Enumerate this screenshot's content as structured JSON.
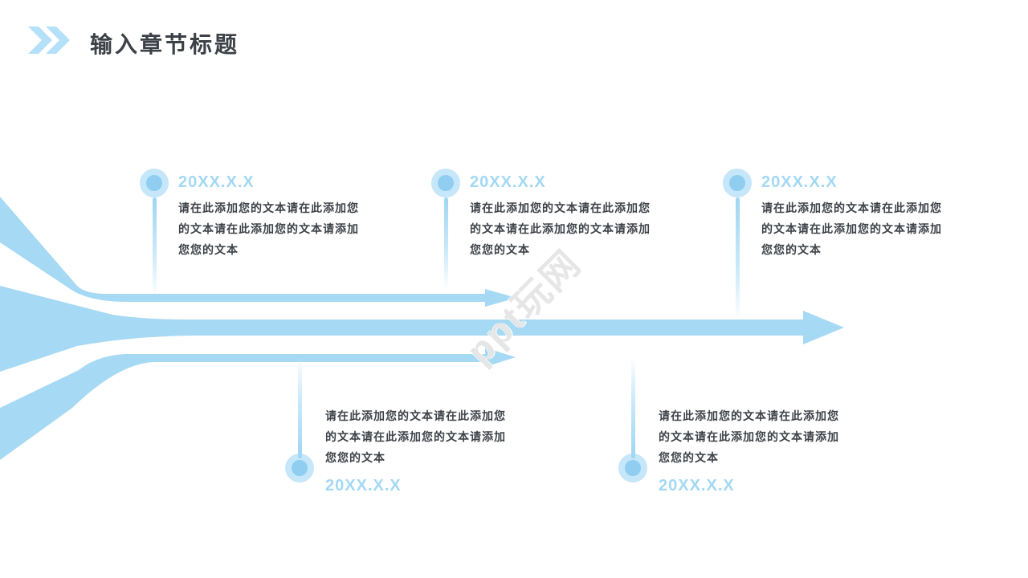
{
  "slide": {
    "title": "输入章节标题",
    "watermark": "ppt玩网"
  },
  "colors": {
    "arrow_blue": "#a6d9f4",
    "chevron_blue": "#b5e1f8",
    "dot_inner": "#8fcef0",
    "dot_outer": "#c6e7f9",
    "date_blue": "#a3d8f4",
    "title_dark": "#3c4047",
    "body_text": "#3e4349"
  },
  "timeline": {
    "top_entries": [
      {
        "date": "20XX.X.X",
        "lines": [
          "请在此添加您的文本请在此添加您",
          "的文本请在此添加您的文本请添加",
          "您您的文本"
        ]
      },
      {
        "date": "20XX.X.X",
        "lines": [
          "请在此添加您的文本请在此添加您",
          "的文本请在此添加您的文本请添加",
          "您您的文本"
        ]
      },
      {
        "date": "20XX.X.X",
        "lines": [
          "请在此添加您的文本请在此添加您",
          "的文本请在此添加您的文本请添加",
          "您您的文本"
        ]
      }
    ],
    "bottom_entries": [
      {
        "date": "20XX.X.X",
        "lines": [
          "请在此添加您的文本请在此添加您",
          "的文本请在此添加您的文本请添加",
          "您您的文本"
        ]
      },
      {
        "date": "20XX.X.X",
        "lines": [
          "请在此添加您的文本请在此添加您",
          "的文本请在此添加您的文本请添加",
          "您您的文本"
        ]
      }
    ]
  }
}
